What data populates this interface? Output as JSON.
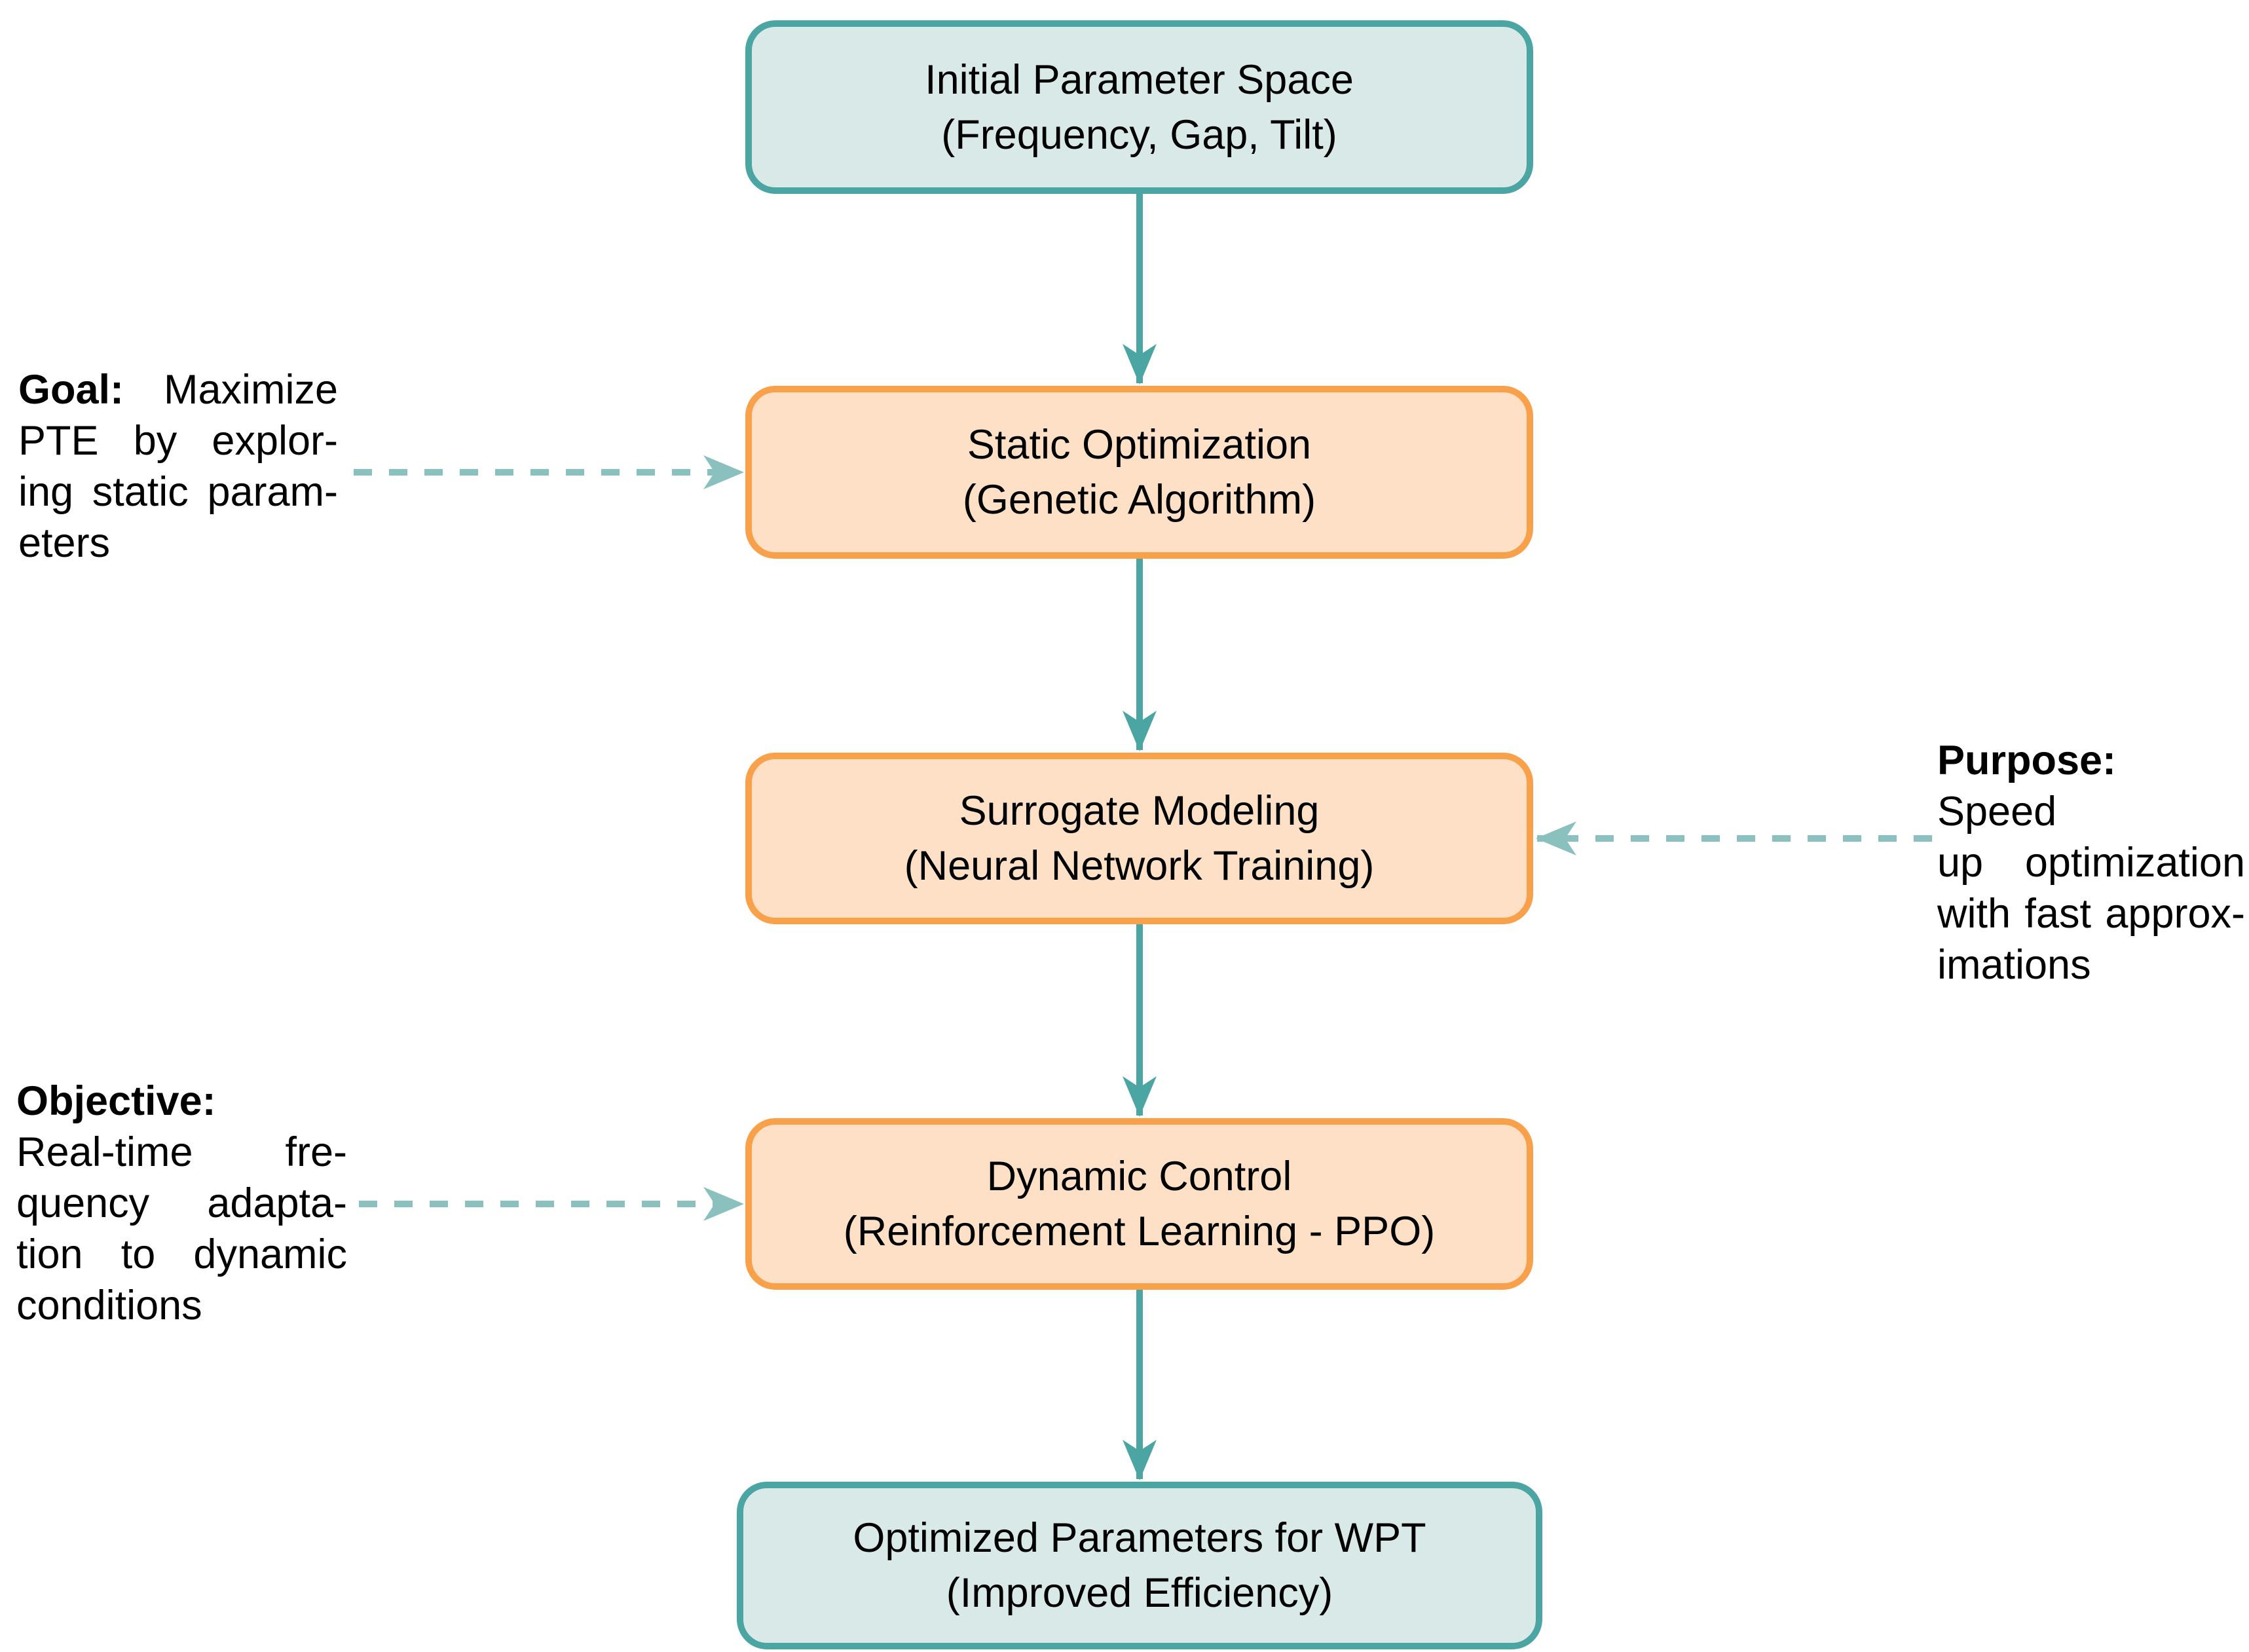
{
  "flowchart": {
    "nodes": [
      {
        "line1": "Initial Parameter Space",
        "line2": "(Frequency, Gap, Tilt)"
      },
      {
        "line1": "Static Optimization",
        "line2": "(Genetic Algorithm)"
      },
      {
        "line1": "Surrogate Modeling",
        "line2": "(Neural Network Training)"
      },
      {
        "line1": "Dynamic Control",
        "line2": "(Reinforcement Learning - PPO)"
      },
      {
        "line1": "Optimized Parameters for WPT",
        "line2": "(Improved Efficiency)"
      }
    ],
    "annotations": {
      "goal": {
        "heading": "Goal:",
        "heading_rest": "Maximize",
        "lines": [
          "PTE by explor-",
          "ing static param-",
          "eters"
        ]
      },
      "purpose": {
        "heading": "Purpose:",
        "heading_rest": "Speed",
        "lines": [
          "up optimization",
          "with fast approx-",
          "imations"
        ]
      },
      "objective": {
        "heading": "Objective:",
        "heading_rest": "",
        "lines": [
          "Real-time fre-",
          "quency adapta-",
          "tion to dynamic",
          "conditions"
        ]
      }
    },
    "colors": {
      "teal_border": "#4ba5a2",
      "teal_fill": "#d8e9e7",
      "orange_border": "#f9a04b",
      "orange_fill": "#fde0c5",
      "arrow_solid": "#4ba5a2",
      "arrow_dashed": "#8ac1be",
      "text": "#000000",
      "background": "#ffffff"
    }
  }
}
